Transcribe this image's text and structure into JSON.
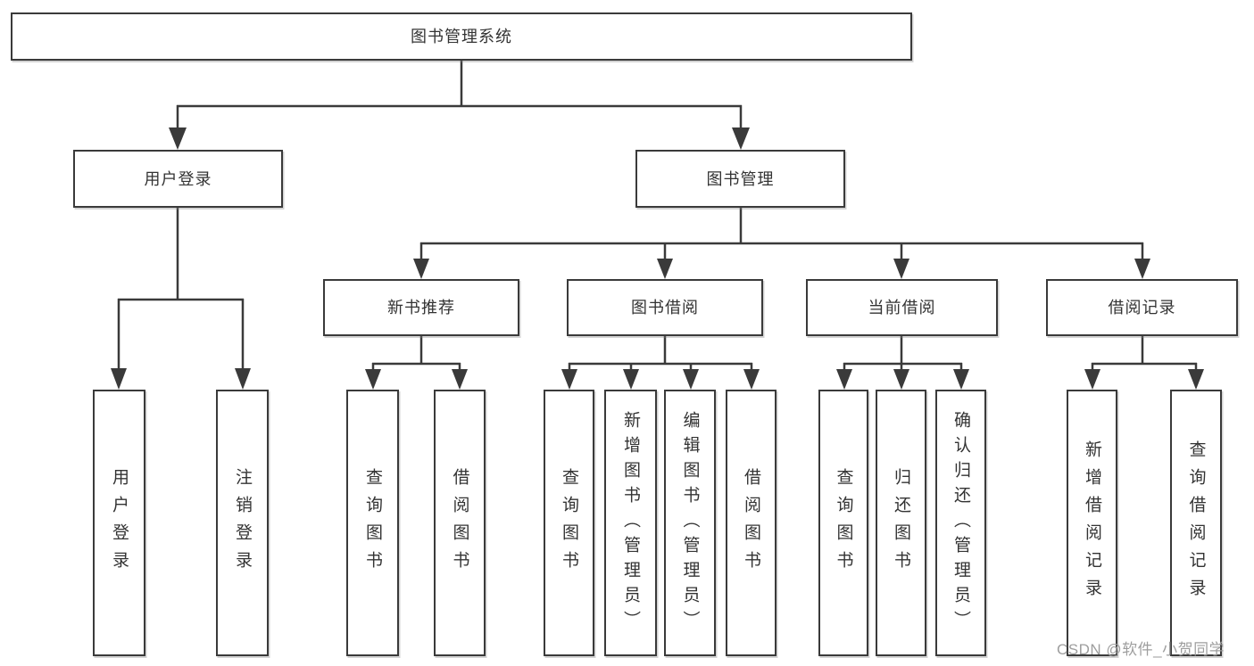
{
  "nodes": {
    "root": "图书管理系统",
    "user_login": "用户登录",
    "book_mgmt": "图书管理",
    "new_book_rec": "新书推荐",
    "book_borrow": "图书借阅",
    "current_borrow": "当前借阅",
    "borrow_records": "借阅记录",
    "leaf_user_login": "用户登录",
    "leaf_logout": "注销登录",
    "leaf_query_book_a": "查询图书",
    "leaf_borrow_book_a": "借阅图书",
    "leaf_query_book_b": "查询图书",
    "leaf_add_book": "新增图书（管理员）",
    "leaf_edit_book": "编辑图书（管理员）",
    "leaf_borrow_book_b": "借阅图书",
    "leaf_query_book_c": "查询图书",
    "leaf_return_book": "归还图书",
    "leaf_confirm_return": "确认归还（管理员）",
    "leaf_add_record": "新增借阅记录",
    "leaf_query_record": "查询借阅记录"
  },
  "watermark": "CSDN @软件_小贺同学",
  "colors": {
    "line": "#3a3a3a",
    "text": "#333333",
    "watermark": "#9e9e9e",
    "background": "#ffffff"
  }
}
